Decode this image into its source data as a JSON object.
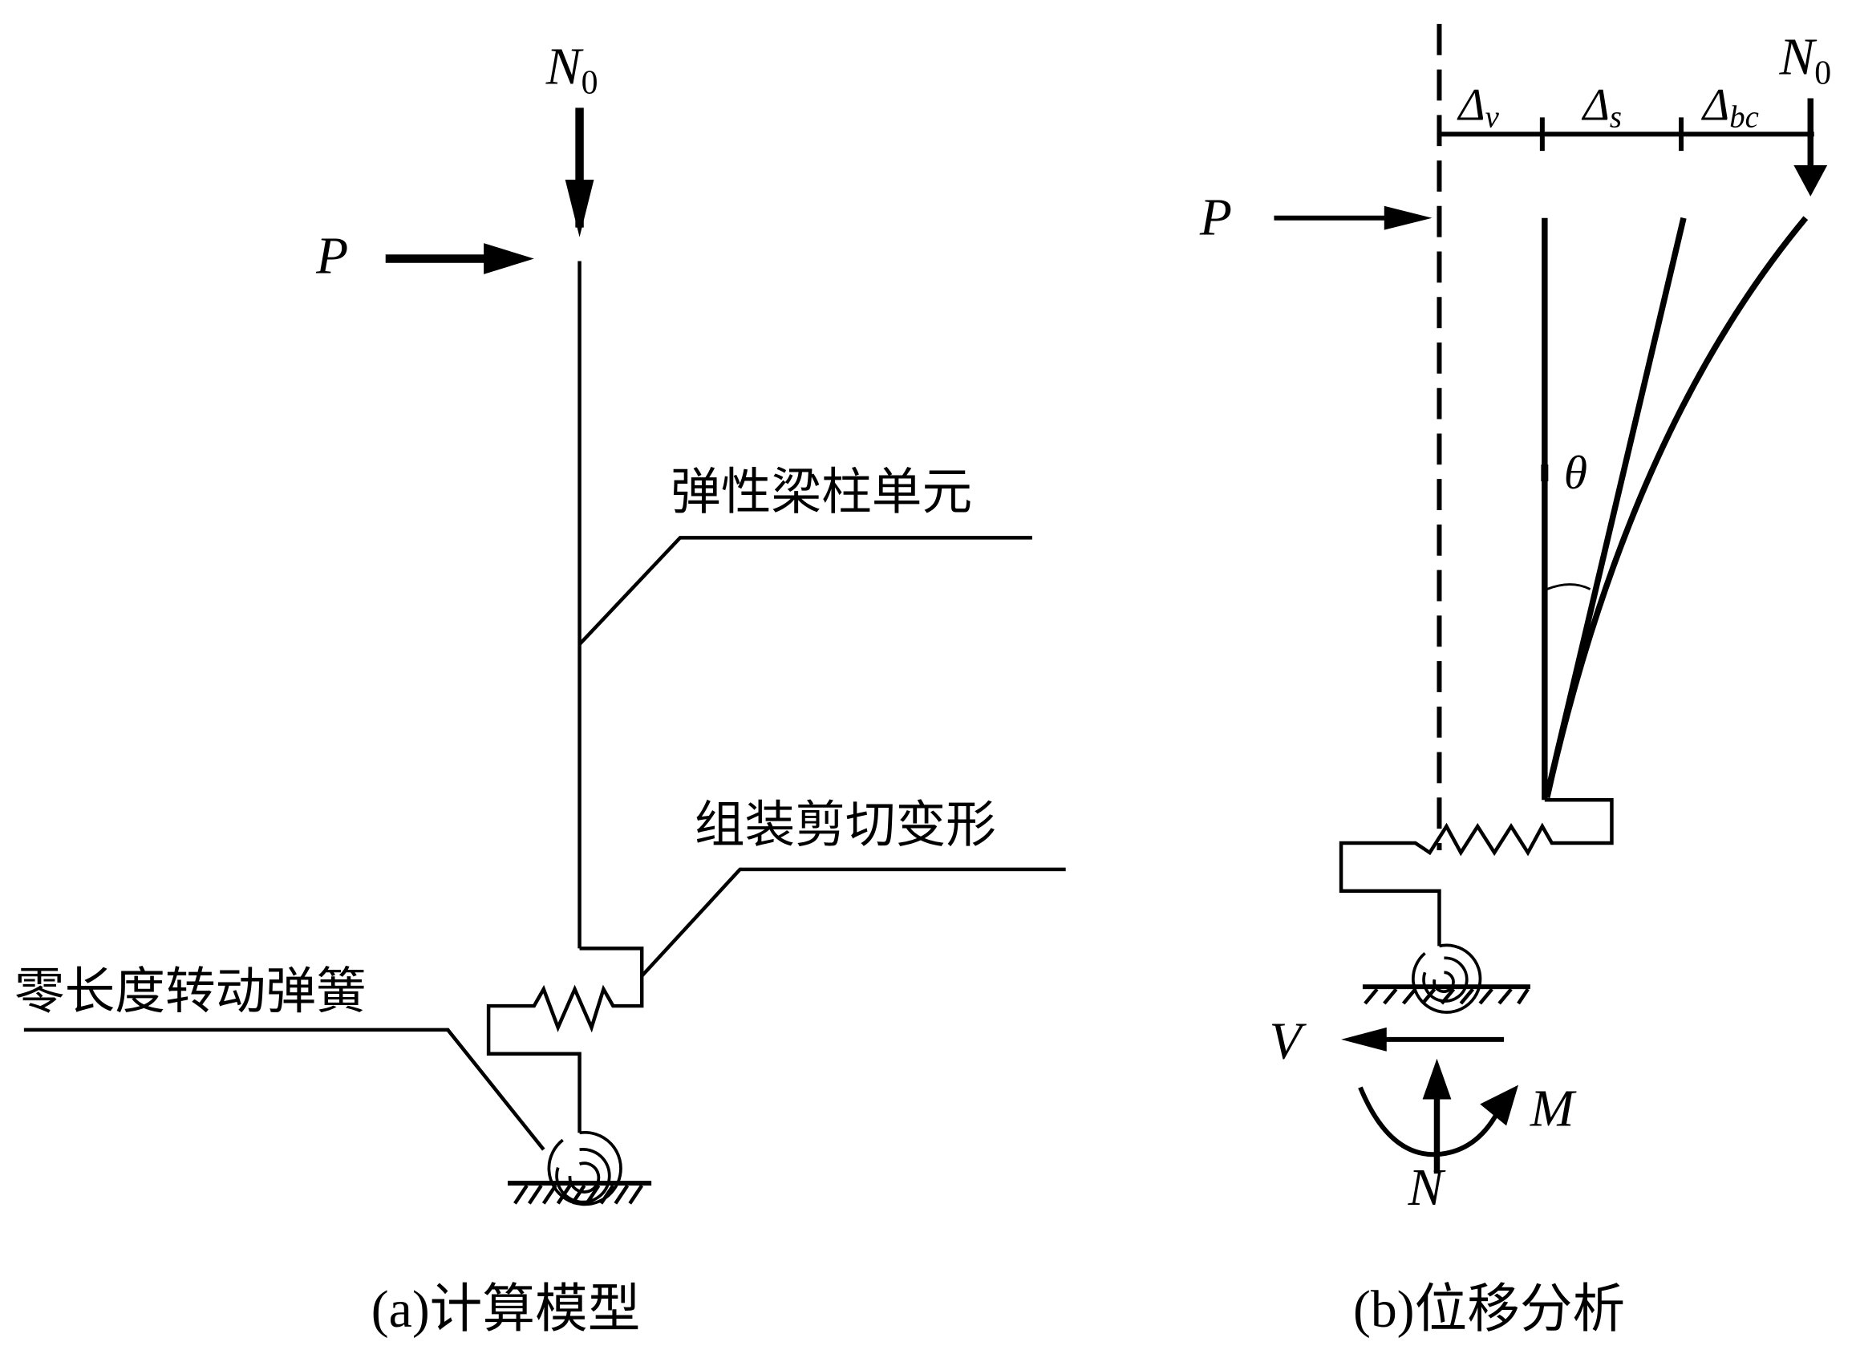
{
  "panel_a": {
    "caption": "(a)计算模型",
    "load_axial": "N",
    "load_axial_sub": "0",
    "load_lateral": "P",
    "label_beam": "弹性梁柱单元",
    "label_shear": "组装剪切变形",
    "label_rot_spring": "零长度转动弹簧"
  },
  "panel_b": {
    "caption": "(b)位移分析",
    "load_axial": "N",
    "load_axial_sub": "0",
    "load_lateral": "P",
    "delta_v": "Δ",
    "delta_v_sub": "v",
    "delta_s": "Δ",
    "delta_s_sub": "s",
    "delta_bc": "Δ",
    "delta_bc_sub": "bc",
    "theta": "θ",
    "reaction_v": "V",
    "reaction_n": "N",
    "reaction_m": "M"
  }
}
